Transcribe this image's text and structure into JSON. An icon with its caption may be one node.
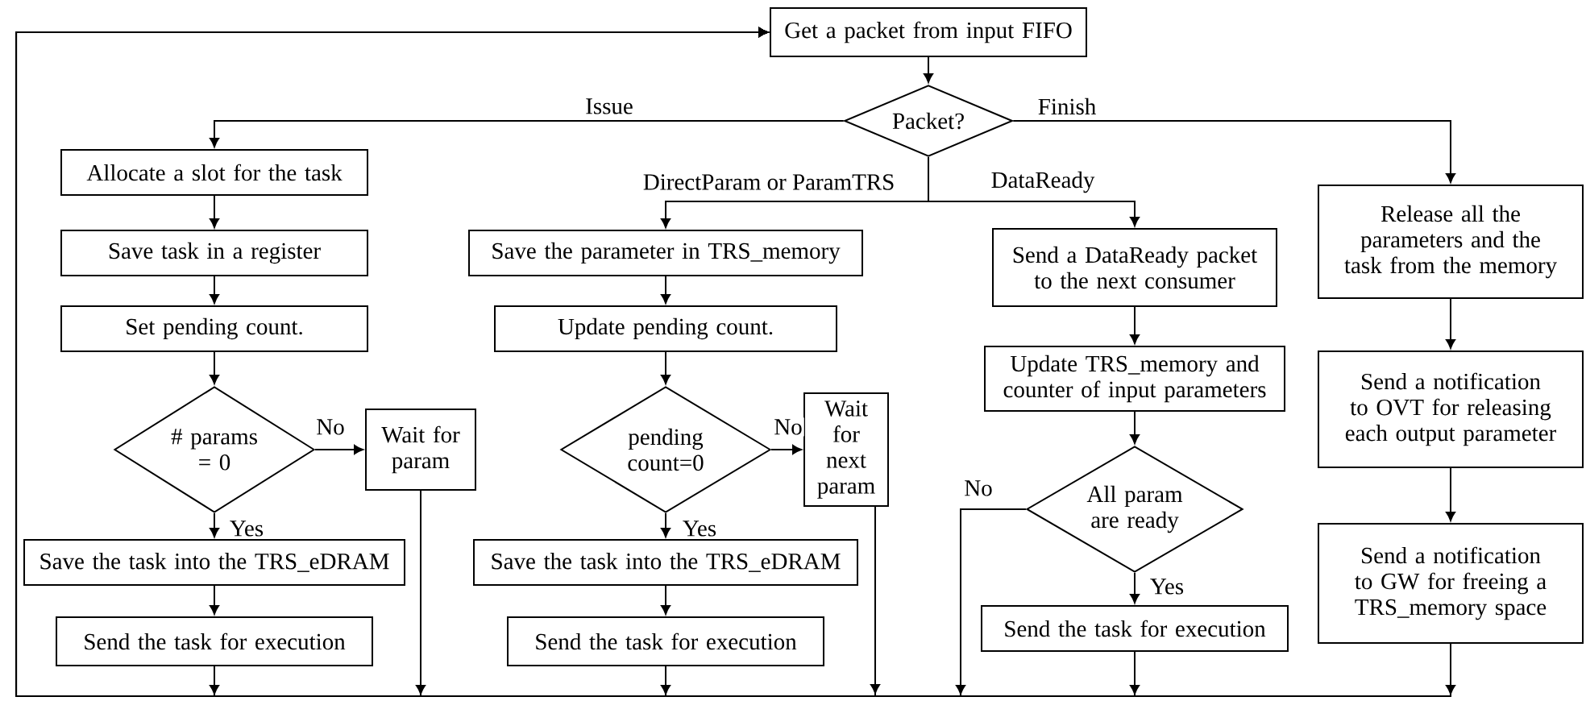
{
  "diagram": {
    "nodes": [
      {
        "text": [
          "Get a packet from input FIFO"
        ]
      },
      {
        "text": [
          "Packet?"
        ]
      },
      {
        "text": [
          "Allocate a slot for the task"
        ]
      },
      {
        "text": [
          "Save task in a register"
        ]
      },
      {
        "text": [
          "Set pending count."
        ]
      },
      {
        "text": [
          "# params = 0"
        ]
      },
      {
        "text": [
          "Wait for param"
        ]
      },
      {
        "text": [
          "Save the task into the TRS_eDRAM"
        ]
      },
      {
        "text": [
          "Send the task for execution"
        ]
      },
      {
        "text": [
          "Save the parameter in TRS_memory"
        ]
      },
      {
        "text": [
          "Update pending count."
        ]
      },
      {
        "text": [
          "pending count=0"
        ]
      },
      {
        "text": [
          "Wait for next param"
        ]
      },
      {
        "text": [
          "Save the task into the TRS_eDRAM"
        ]
      },
      {
        "text": [
          "Send the task for execution"
        ]
      },
      {
        "text": [
          "Send a DataReady packet to the next consumer"
        ]
      },
      {
        "text": [
          "Update TRS_memory and counter of input parameters"
        ]
      },
      {
        "text": [
          "All param are ready"
        ]
      },
      {
        "text": [
          "Send the task for execution"
        ]
      },
      {
        "text": [
          "Release all the parameters and the task from the memory"
        ]
      },
      {
        "text": [
          "Send a notification to OVT for releasing each output parameter"
        ]
      },
      {
        "text": [
          "Send a notification to GW for freeing a TRS_memory space"
        ]
      }
    ],
    "edges": [
      {
        "from": 0,
        "to": 1,
        "arrow": "to"
      },
      {
        "from": 1,
        "to": 2,
        "arrow": "to",
        "label": "Issue"
      },
      {
        "from": 1,
        "to": 9,
        "arrow": "to",
        "label": "DirectParam or ParamTRS"
      },
      {
        "from": 1,
        "to": 15,
        "arrow": "to",
        "label": "DataReady"
      },
      {
        "from": 1,
        "to": 19,
        "arrow": "to",
        "label": "Finish"
      },
      {
        "from": 2,
        "to": 3,
        "arrow": "to"
      },
      {
        "from": 3,
        "to": 4,
        "arrow": "to"
      },
      {
        "from": 4,
        "to": 5,
        "arrow": "to"
      },
      {
        "from": 5,
        "to": 6,
        "arrow": "to",
        "label": "No"
      },
      {
        "from": 5,
        "to": 7,
        "arrow": "to",
        "label": "Yes"
      },
      {
        "from": 7,
        "to": 8,
        "arrow": "to"
      },
      {
        "from": 9,
        "to": 10,
        "arrow": "to"
      },
      {
        "from": 10,
        "to": 11,
        "arrow": "to"
      },
      {
        "from": 11,
        "to": 12,
        "arrow": "to",
        "label": "No"
      },
      {
        "from": 11,
        "to": 13,
        "arrow": "to",
        "label": "Yes"
      },
      {
        "from": 13,
        "to": 14,
        "arrow": "to"
      },
      {
        "from": 15,
        "to": 16,
        "arrow": "to"
      },
      {
        "from": 16,
        "to": 17,
        "arrow": "to"
      },
      {
        "from": 17,
        "to": 18,
        "arrow": "to",
        "label": "Yes"
      },
      {
        "from": 19,
        "to": 20,
        "arrow": "to"
      },
      {
        "from": 20,
        "to": 21,
        "arrow": "to"
      },
      {
        "from": 8,
        "to": 0,
        "arrow": "to"
      },
      {
        "from": 6,
        "to": 0,
        "arrow": "to"
      },
      {
        "from": 14,
        "to": 0,
        "arrow": "to"
      },
      {
        "from": 12,
        "to": 0,
        "arrow": "to"
      },
      {
        "from": 17,
        "to": 0,
        "arrow": "to",
        "label": "No"
      },
      {
        "from": 18,
        "to": 0,
        "arrow": "to"
      },
      {
        "from": 21,
        "to": 0,
        "arrow": "to"
      }
    ]
  }
}
